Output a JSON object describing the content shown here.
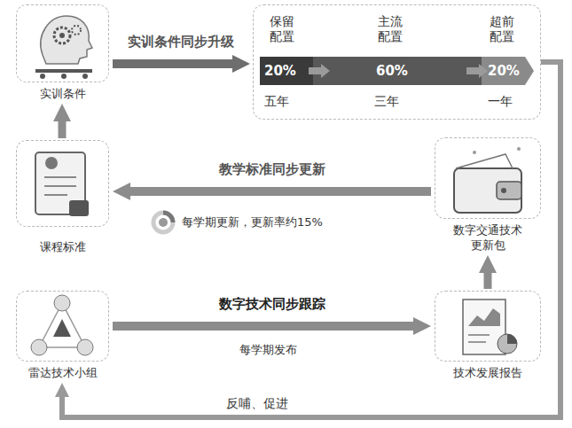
{
  "diagram": {
    "nodes": [
      {
        "text": [
          "实训条件"
        ]
      },
      {
        "text": [
          "保留配置",
          "主流配置",
          "超前配置",
          "20%",
          "60%",
          "20%",
          "五年",
          "三年",
          "一年"
        ]
      },
      {
        "text": [
          "数字交通技术更新包"
        ]
      },
      {
        "text": [
          "课程标准"
        ]
      },
      {
        "text": [
          "雷达技术小组"
        ]
      },
      {
        "text": [
          "技术发展报告"
        ]
      }
    ],
    "edges": [
      {
        "from": 0,
        "to": 1,
        "arrow": "to",
        "label": "实训条件同步升级"
      },
      {
        "from": 2,
        "to": 3,
        "arrow": "to",
        "label": "教学标准同步更新"
      },
      {
        "from": 4,
        "to": 5,
        "arrow": "to",
        "label": "数字技术同步跟踪"
      },
      {
        "from": 5,
        "to": 2,
        "arrow": "to"
      },
      {
        "from": 3,
        "to": 0,
        "arrow": "to"
      },
      {
        "from": 1,
        "to": 4,
        "arrow": "to",
        "label": "反哺、促进"
      }
    ],
    "labels": [
      "每学期更新，更新率约15%",
      "每学期发布"
    ]
  }
}
